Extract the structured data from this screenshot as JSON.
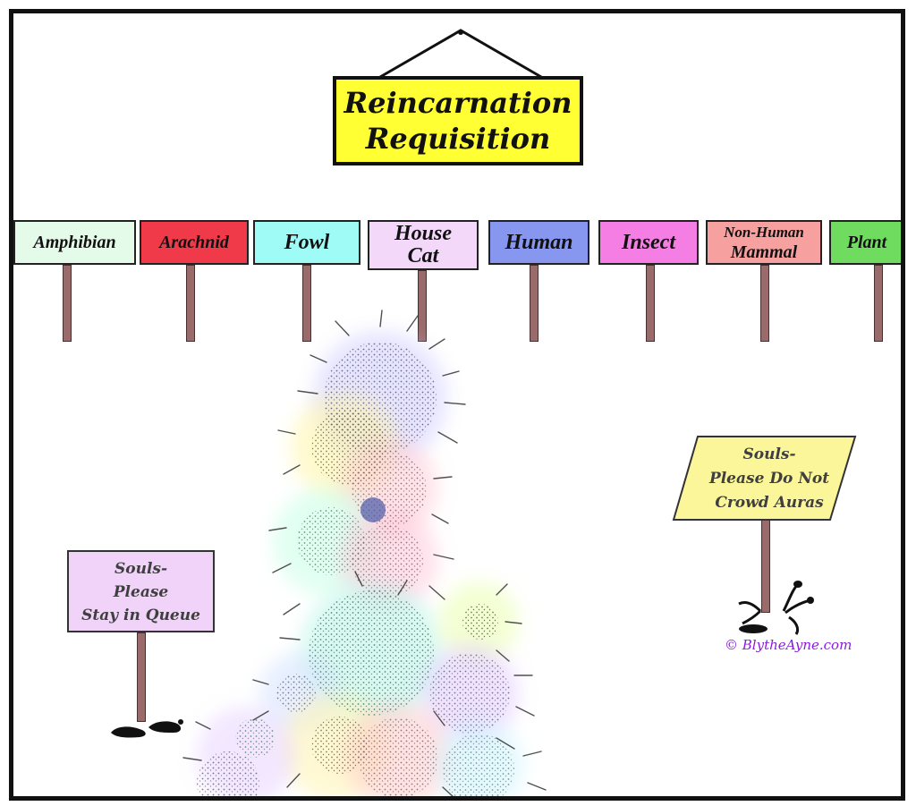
{
  "title": {
    "line1": "Reincarnation",
    "line2": "Requisition",
    "color": "#ffff33"
  },
  "categories": [
    {
      "id": "amphibian",
      "lines": [
        "Amphibian"
      ],
      "color": "#e3fbe8"
    },
    {
      "id": "arachnid",
      "lines": [
        "Arachnid"
      ],
      "color": "#f03a4a"
    },
    {
      "id": "fowl",
      "lines": [
        "Fowl"
      ],
      "color": "#9ffbf6"
    },
    {
      "id": "house-cat",
      "lines": [
        "House",
        "Cat"
      ],
      "color": "#f3d8fa"
    },
    {
      "id": "human",
      "lines": [
        "Human"
      ],
      "color": "#8796ee"
    },
    {
      "id": "insect",
      "lines": [
        "Insect"
      ],
      "color": "#f47ee3"
    },
    {
      "id": "non-human-mammal",
      "lines": [
        "Non-Human",
        "Mammal"
      ],
      "color": "#f6a0a0"
    },
    {
      "id": "plant",
      "lines": [
        "Plant"
      ],
      "color": "#6fdc5f"
    }
  ],
  "signs": {
    "queue": {
      "lines": [
        "Souls-",
        "Please",
        "Stay in Queue"
      ],
      "color": "#f1d3fa"
    },
    "auras": {
      "lines": [
        "Souls-",
        "Please Do Not",
        "Crowd Auras"
      ],
      "color": "#fbf69a"
    }
  },
  "credit": "© BlytheAyne.com",
  "icons": [
    "hanging-wire-icon",
    "soul-cloud-icon",
    "footprint-icon"
  ]
}
